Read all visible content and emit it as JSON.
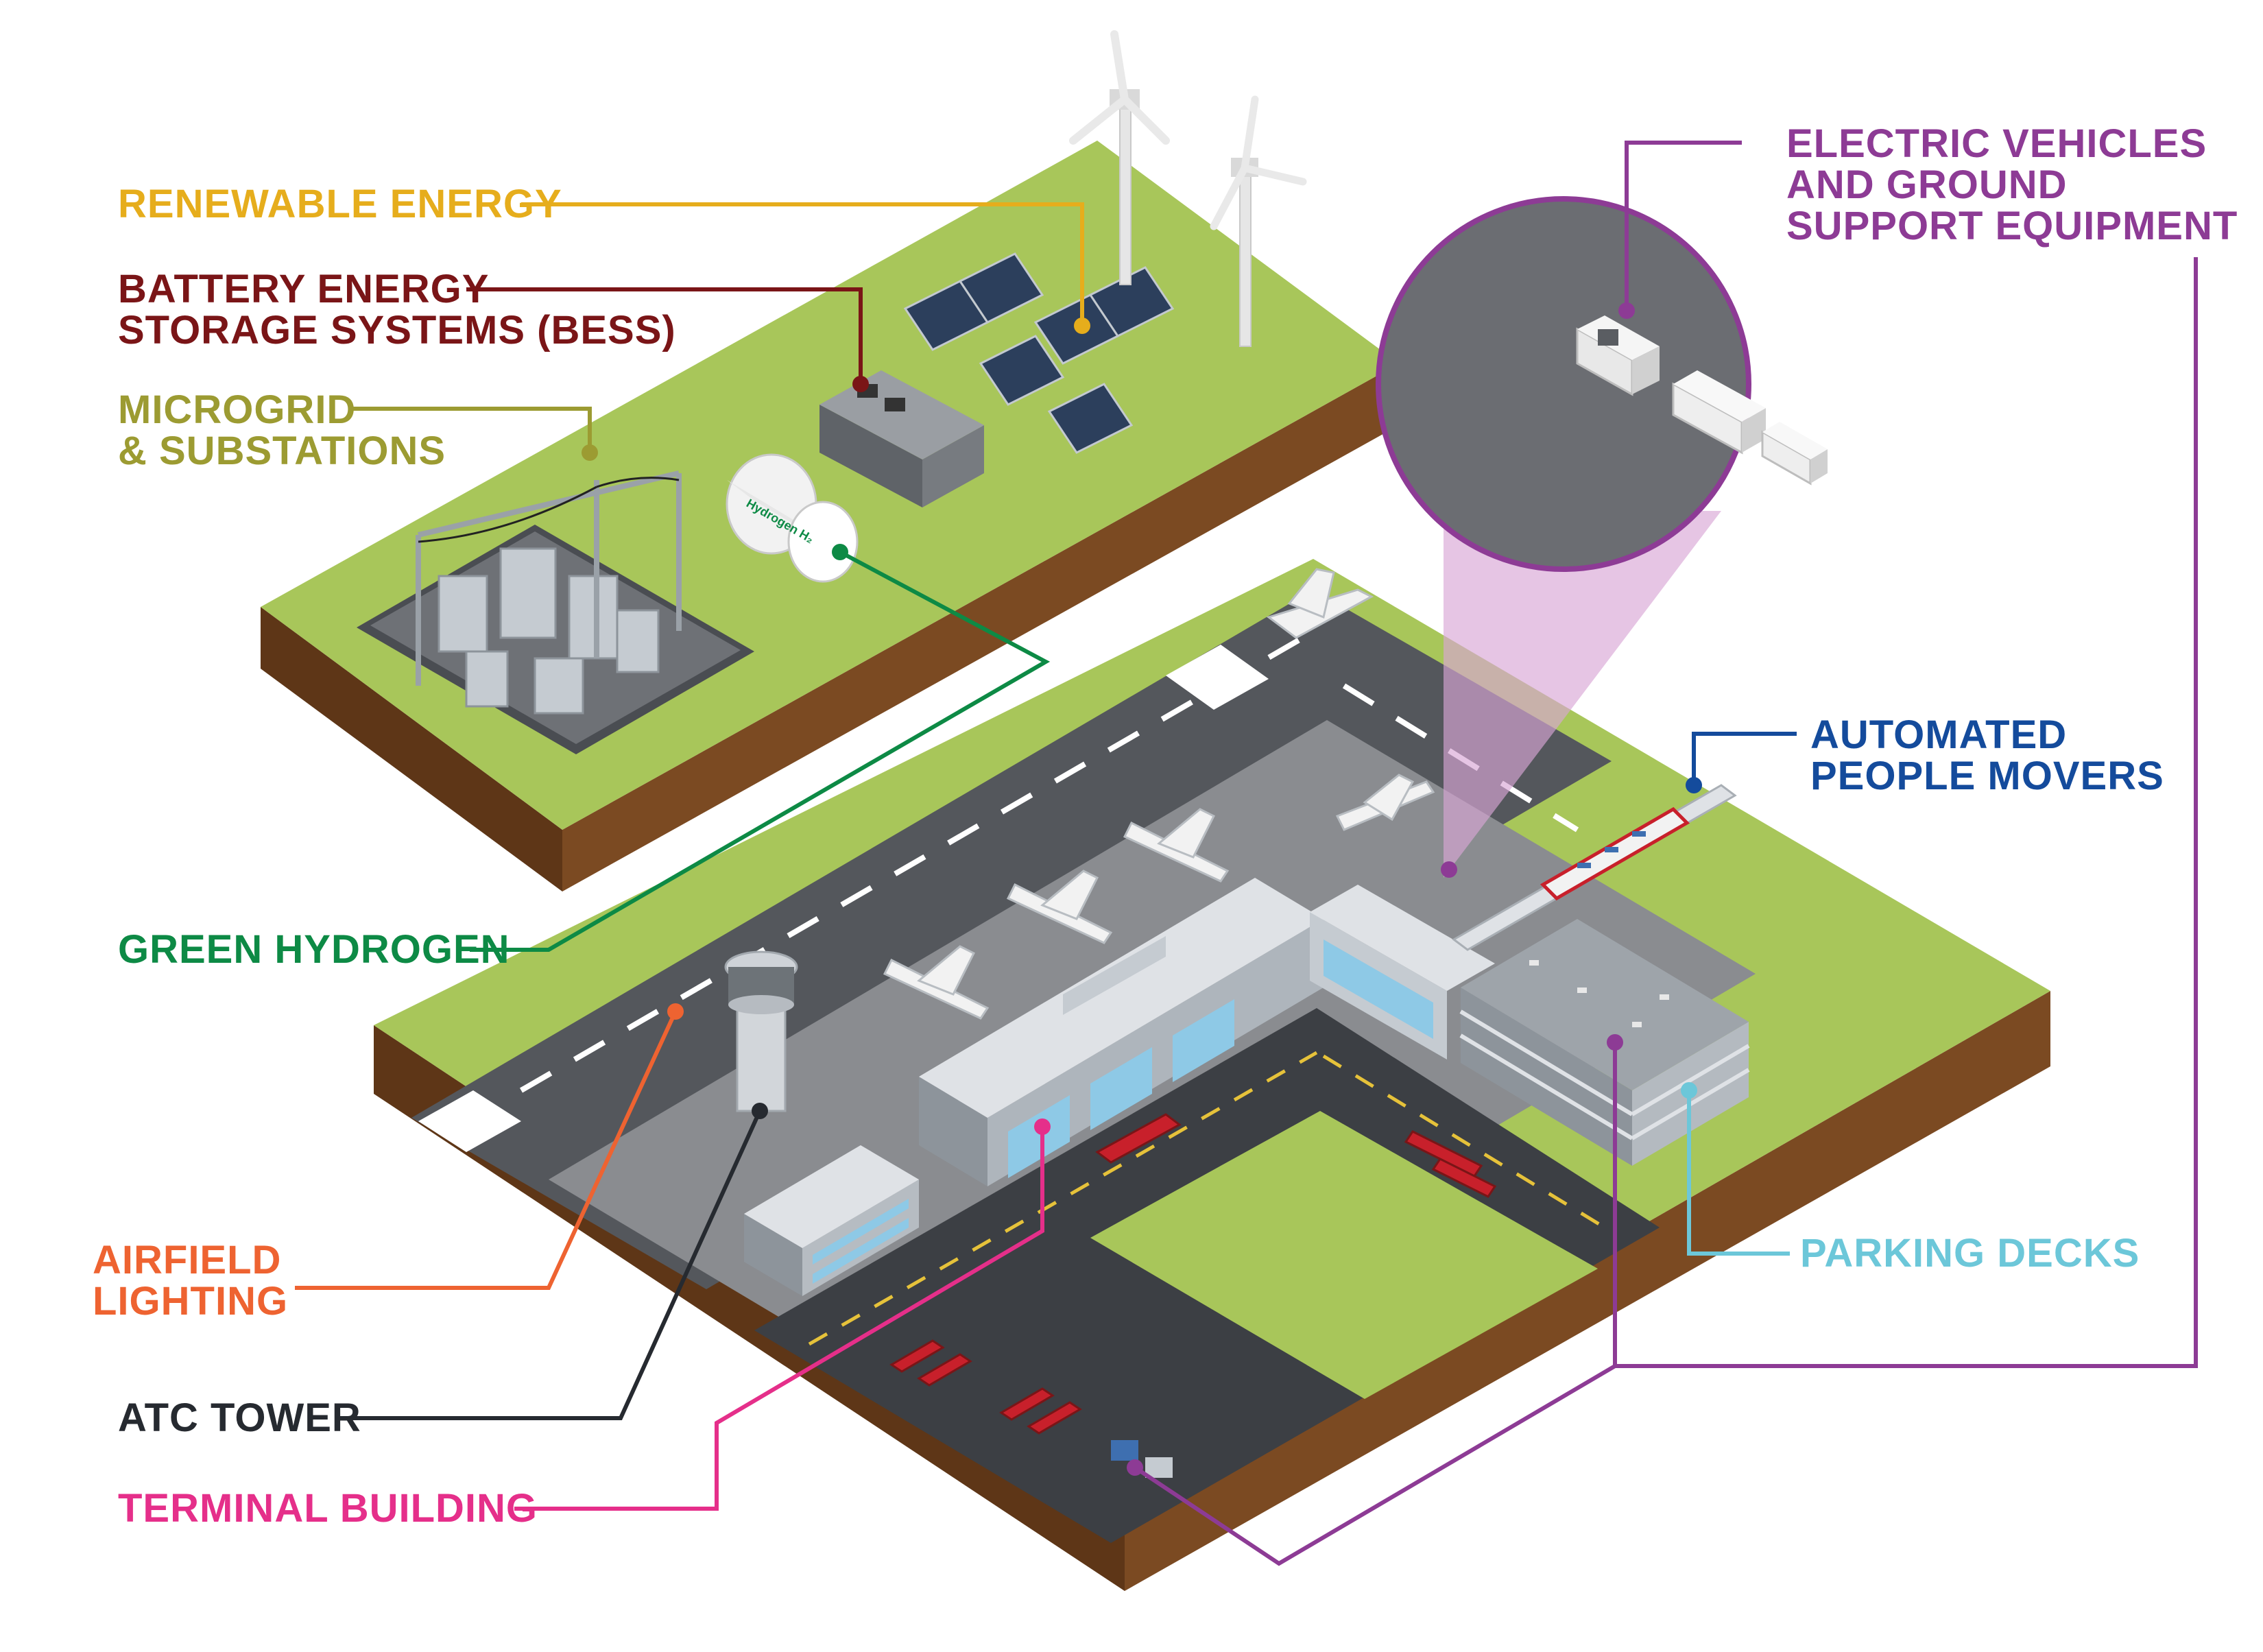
{
  "labels": {
    "renewable_energy": {
      "lines": [
        "RENEWABLE ENERGY"
      ],
      "color": "#e6ad1c"
    },
    "bess": {
      "lines": [
        "BATTERY ENERGY",
        "STORAGE SYSTEMS (BESS)"
      ],
      "color": "#7a1517"
    },
    "microgrid": {
      "lines": [
        "MICROGRID",
        "& SUBSTATIONS"
      ],
      "color": "#9c9b32"
    },
    "green_hydrogen": {
      "lines": [
        "GREEN HYDROGEN"
      ],
      "color": "#0d8a45"
    },
    "airfield_lighting": {
      "lines": [
        "AIRFIELD",
        "LIGHTING"
      ],
      "color": "#ee6331"
    },
    "atc_tower": {
      "lines": [
        "ATC TOWER"
      ],
      "color": "#262a30"
    },
    "terminal_building": {
      "lines": [
        "TERMINAL BUILDING"
      ],
      "color": "#e52f8a"
    },
    "electric_vehicles": {
      "lines": [
        "ELECTRIC VEHICLES",
        "AND GROUND",
        "SUPPORT EQUIPMENT"
      ],
      "color": "#8d3b95"
    },
    "automated_people_movers": {
      "lines": [
        "AUTOMATED",
        "PEOPLE MOVERS"
      ],
      "color": "#144b9c"
    },
    "parking_decks": {
      "lines": [
        "PARKING DECKS"
      ],
      "color": "#6cc7d9"
    }
  },
  "illustration_text": {
    "hydrogen_tank": "Hydrogen H₂"
  },
  "palette": {
    "grass": "#a8c65a",
    "soil": "#7b4a22",
    "asphalt": "#54575c",
    "apron": "#8a8c90",
    "building": "#cfd3d8",
    "glass": "#8ec9e6",
    "bus": "#c8202b",
    "beam": "#d9a6d6"
  }
}
